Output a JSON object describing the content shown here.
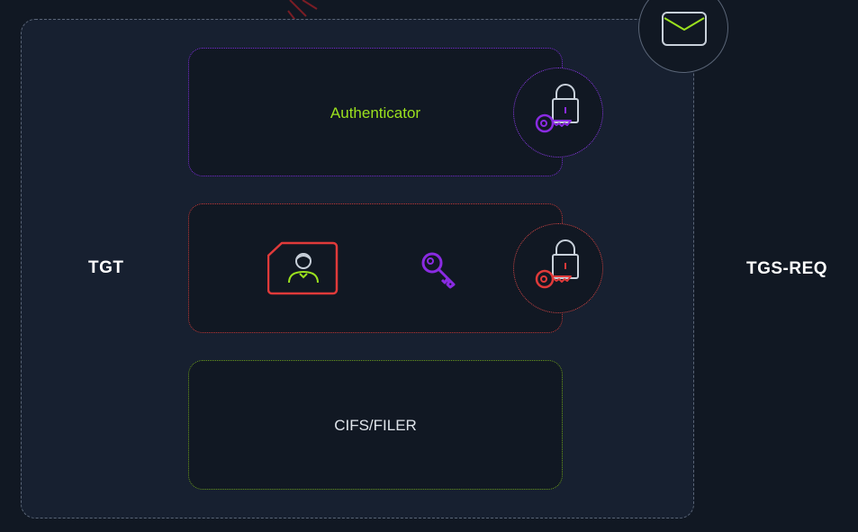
{
  "labels": {
    "left_label": "TGT",
    "right_label": "TGS-REQ",
    "authenticator": "Authenticator",
    "service": "CIFS/FILER"
  },
  "icons": {
    "envelope": "envelope-icon",
    "lock_key": "lock-key-icon",
    "user_card": "user-id-card-icon",
    "key": "key-icon"
  },
  "colors": {
    "background": "#111823",
    "frame_fill": "#172030",
    "authenticator_accent": "#9be11e",
    "purple_accent": "#8a2be2",
    "red_accent": "#e03a3a",
    "green_border": "#6a9a1f"
  }
}
